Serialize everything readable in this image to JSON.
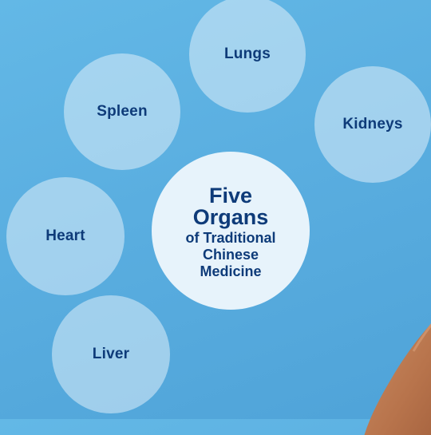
{
  "diagram": {
    "center": {
      "line1": "Five",
      "line2": "Organs",
      "line3": "of Traditional",
      "line4": "Chinese",
      "line5": "Medicine"
    },
    "organs": [
      {
        "label": "Lungs"
      },
      {
        "label": "Spleen"
      },
      {
        "label": "Kidneys"
      },
      {
        "label": "Heart"
      },
      {
        "label": "Liver"
      }
    ]
  }
}
